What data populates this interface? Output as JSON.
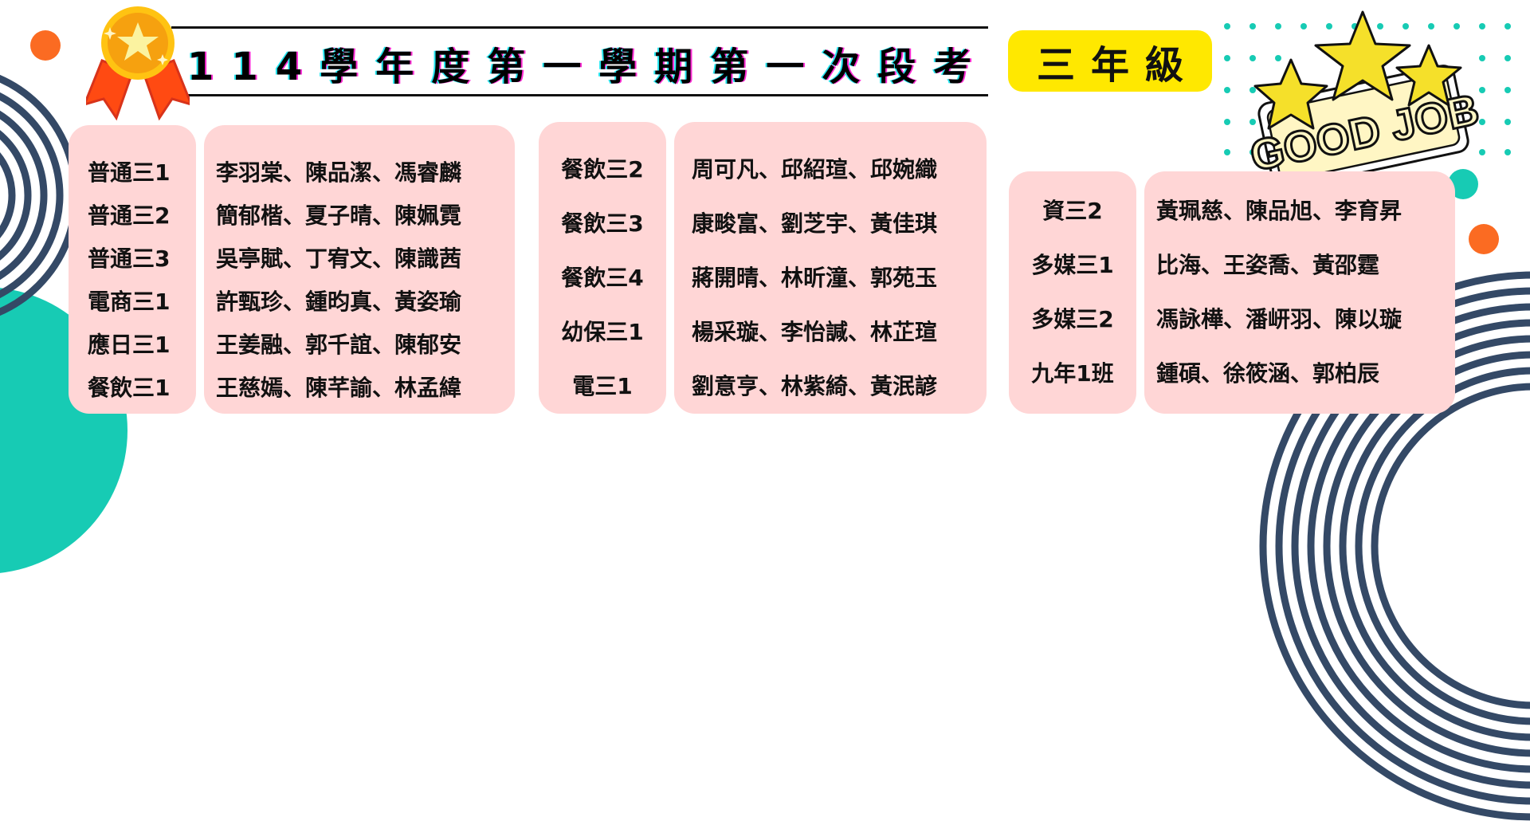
{
  "header": {
    "title": "114學年度第一學期第一次段考",
    "grade_badge": "三年級"
  },
  "badge_sticker": {
    "text": "GOOD JOB"
  },
  "icons": {
    "medal": "medal-icon",
    "stars_sticker": "good-job-stars-icon"
  },
  "colors": {
    "box_bg": "#ffd6d6",
    "badge_yellow": "#ffe800",
    "teal": "#17cbb4",
    "orange": "#fb6b22",
    "navy": "#344966"
  },
  "groups": [
    {
      "classes": [
        "普通三1",
        "普通三2",
        "普通三3",
        "電商三1",
        "應日三1",
        "餐飲三1"
      ],
      "names": [
        "李羽棠、陳品潔、馮睿麟",
        "簡郁楷、夏子晴、陳姵霓",
        "吳亭賦、丁宥文、陳識茜",
        "許甄珍、鍾昀真、黃姿瑜",
        "王姜融、郭千誼、陳郁安",
        "王慈嫣、陳芊諭、林孟緯"
      ]
    },
    {
      "classes": [
        "餐飲三2",
        "餐飲三3",
        "餐飲三4",
        "幼保三1",
        "電三1"
      ],
      "names": [
        "周可凡、邱紹瑄、邱婉織",
        "康畯富、劉芝宇、黃佳琪",
        "蔣開晴、林昕潼、郭苑玉",
        "楊采璇、李怡諴、林芷瑄",
        "劉意亨、林紫綺、黃泯諺"
      ]
    },
    {
      "classes": [
        "資三2",
        "多媒三1",
        "多媒三2",
        "九年1班"
      ],
      "names": [
        "黃珮慈、陳品旭、李育昇",
        "比海、王姿喬、黃邵霆",
        "馮詠樺、潘岍羽、陳以璇",
        "鍾碩、徐筱涵、郭柏辰"
      ]
    }
  ]
}
